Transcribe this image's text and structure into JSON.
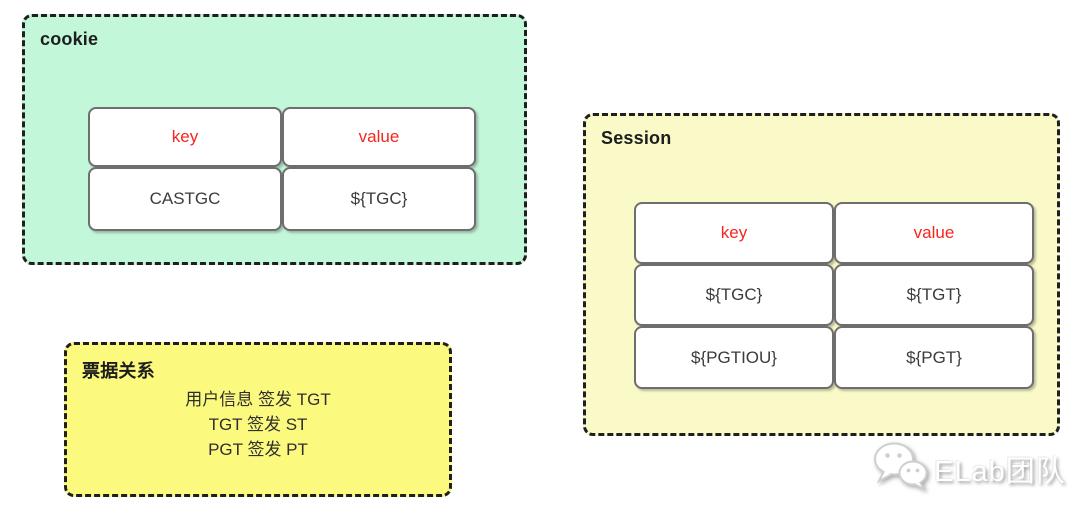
{
  "cookie_box": {
    "title": "cookie",
    "table": {
      "headers": [
        "key",
        "value"
      ],
      "rows": [
        [
          "CASTGC",
          "${TGC}"
        ]
      ]
    }
  },
  "session_box": {
    "title": "Session",
    "table": {
      "headers": [
        "key",
        "value"
      ],
      "rows": [
        [
          "${TGC}",
          "${TGT}"
        ],
        [
          "${PGTIOU}",
          "${PGT}"
        ]
      ]
    }
  },
  "ticket_box": {
    "title": "票据关系",
    "lines": [
      "用户信息 签发 TGT",
      "TGT 签发 ST",
      "PGT 签发 PT"
    ]
  },
  "watermark": {
    "icon": "wechat-icon",
    "text": "ELab团队"
  },
  "colors": {
    "cookie_bg": "#c3f7d9",
    "session_bg": "#fafac8",
    "ticket_bg": "#fcfa7e",
    "header_red": "#f5261f",
    "cell_text": "#3b3b3b",
    "box_border": "#1f1f1f",
    "cell_border": "#6e6e6e"
  }
}
